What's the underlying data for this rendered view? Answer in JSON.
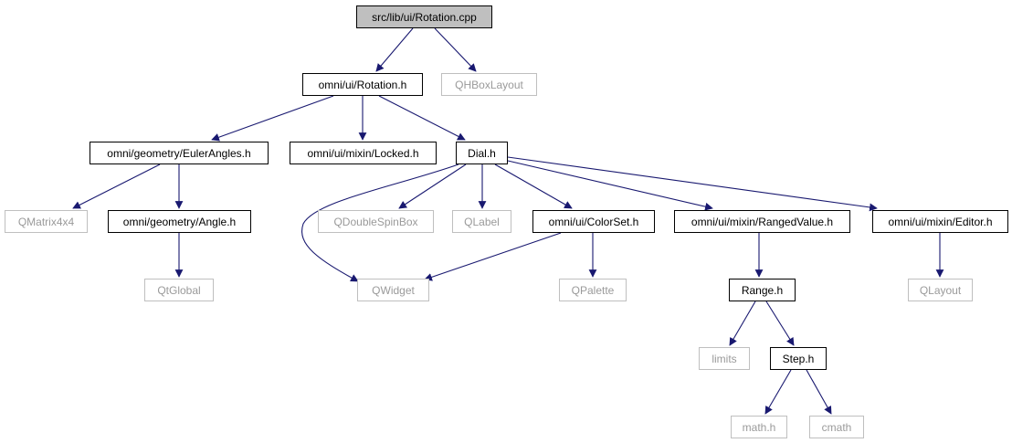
{
  "graph": {
    "colors": {
      "edge": "#191970",
      "internal_border": "#000000",
      "external_border": "#bfbfbf",
      "root_fill": "#bfbfbf"
    },
    "nodes": {
      "rotation_cpp": "src/lib/ui/Rotation.cpp",
      "rotation_h": "omni/ui/Rotation.h",
      "qhboxlayout": "QHBoxLayout",
      "eulerangles_h": "omni/geometry/EulerAngles.h",
      "locked_h": "omni/ui/mixin/Locked.h",
      "dial_h": "Dial.h",
      "qmatrix4x4": "QMatrix4x4",
      "angle_h": "omni/geometry/Angle.h",
      "qtglobal": "QtGlobal",
      "qdoublespinbox": "QDoubleSpinBox",
      "qlabel": "QLabel",
      "colorset_h": "omni/ui/ColorSet.h",
      "rangedvalue_h": "omni/ui/mixin/RangedValue.h",
      "editor_h": "omni/ui/mixin/Editor.h",
      "qwidget": "QWidget",
      "qpalette": "QPalette",
      "range_h": "Range.h",
      "qlayout": "QLayout",
      "limits": "limits",
      "step_h": "Step.h",
      "math_h": "math.h",
      "cmath": "cmath"
    }
  }
}
